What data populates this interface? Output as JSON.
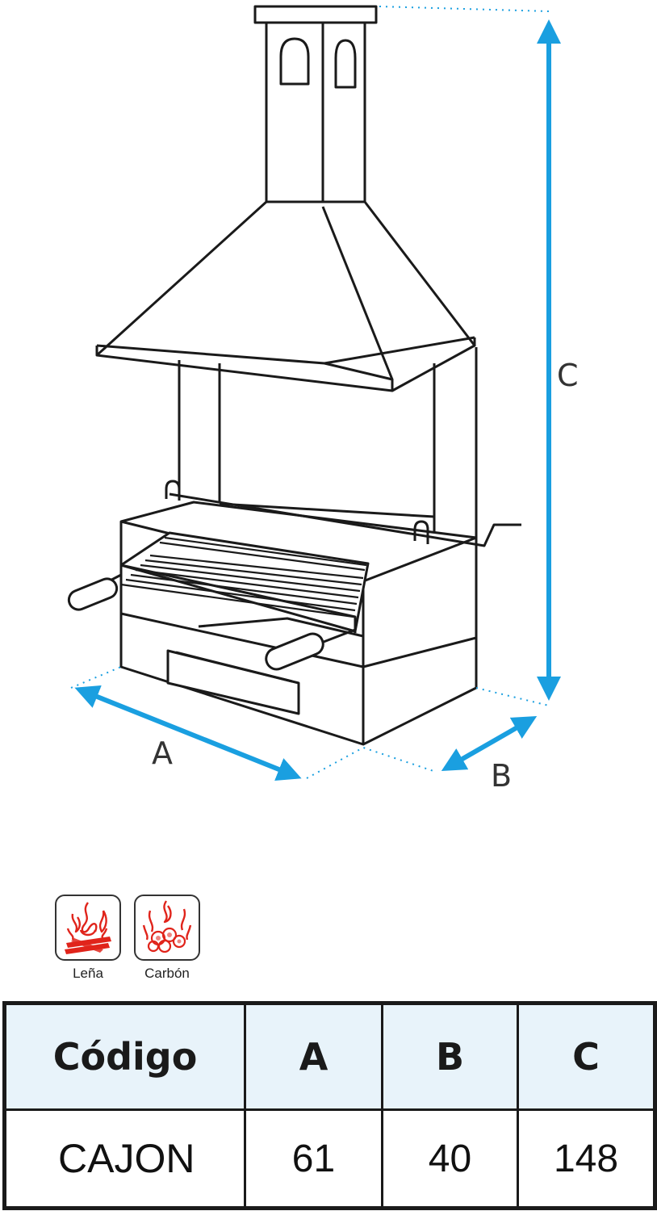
{
  "dimension_labels": {
    "a": "A",
    "b": "B",
    "c": "C"
  },
  "fuel_types": [
    {
      "label": "Leña",
      "icon": "firewood-icon"
    },
    {
      "label": "Carbón",
      "icon": "charcoal-icon"
    }
  ],
  "table": {
    "headers": [
      "Código",
      "A",
      "B",
      "C"
    ],
    "rows": [
      [
        "CAJON",
        "61",
        "40",
        "148"
      ]
    ]
  },
  "colors": {
    "arrow": "#1a9fe0",
    "line": "#1a1a1a",
    "flame": "#e0241b",
    "header_bg": "#e8f3fa"
  }
}
